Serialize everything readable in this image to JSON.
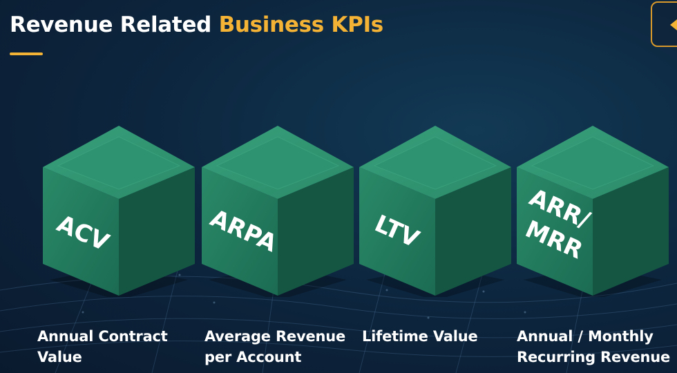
{
  "header": {
    "title_part1": "Revenue Related",
    "title_part2": "Business KPIs"
  },
  "colors": {
    "accent": "#f5b335",
    "cube_face": "#1f7a5c",
    "background": "#0d2740"
  },
  "kpis": [
    {
      "cube_text": [
        "ACV"
      ],
      "label_lines": [
        "Annual Contract",
        "Value"
      ]
    },
    {
      "cube_text": [
        "ARPA"
      ],
      "label_lines": [
        "Average Revenue",
        "per Account"
      ]
    },
    {
      "cube_text": [
        "LTV"
      ],
      "label_lines": [
        "Lifetime Value"
      ]
    },
    {
      "cube_text": [
        "ARR/",
        "MRR"
      ],
      "label_lines": [
        "Annual / Monthly",
        "Recurring Revenue"
      ]
    }
  ]
}
